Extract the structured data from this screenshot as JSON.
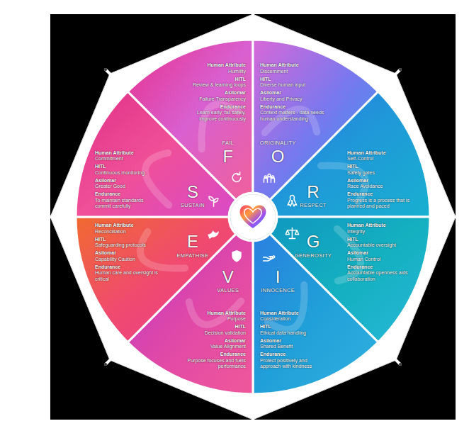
{
  "diagram": {
    "nodes": [
      {
        "text": [
          "F",
          "FAIL",
          "Human Attribute",
          "Humility",
          "HITL",
          "Review & learning loops",
          "Asilomar",
          "Failure Transparency",
          "Endurance",
          "Learn early, fail safely, improve continuously"
        ]
      },
      {
        "text": [
          "O",
          "ORIGINALITY",
          "Human Attribute",
          "Discernment",
          "HITL",
          "Diverse human input",
          "Asilomar",
          "Liberty and Privacy",
          "Endurance",
          "Context matters - data needs human understanding"
        ]
      },
      {
        "text": [
          "R",
          "RESPECT",
          "Human Attribute",
          "Self-Control",
          "HITL",
          "Safety gates",
          "Asilomar",
          "Race Avoidance",
          "Endurance",
          "Progress is a process that is planned and paced"
        ]
      },
      {
        "text": [
          "G",
          "GENEROSITY",
          "Human Attribute",
          "Integrity",
          "HITL",
          "Accountable oversight",
          "Asilomar",
          "Human Control",
          "Endurance",
          "Accountable openness aids collaboration"
        ]
      },
      {
        "text": [
          "I",
          "INNOCENCE",
          "Human Attribute",
          "Consideration",
          "HITL",
          "Ethical data handling",
          "Asilomar",
          "Shared Benefit",
          "Endurance",
          "Protect positively and approach with kindness"
        ]
      },
      {
        "text": [
          "V",
          "VALUES",
          "Human Attribute",
          "Purpose",
          "HITL",
          "Decision validation",
          "Asilomar",
          "Value Alignment",
          "Endurance",
          "Purpose focuses and fuels performance"
        ]
      },
      {
        "text": [
          "E",
          "EMPATHISE",
          "Human Attribute",
          "Reconciliation",
          "HITL",
          "Safeguarding protocols",
          "Asilomar",
          "Capability Caution",
          "Endurance",
          "Human care and oversight is critical"
        ]
      },
      {
        "text": [
          "S",
          "SUSTAIN",
          "Human Attribute",
          "Commitment",
          "HITL",
          "Continuous monitoring",
          "Asilomar",
          "Greater Good",
          "Endurance",
          "To maintain standards commit carefully"
        ]
      }
    ]
  }
}
